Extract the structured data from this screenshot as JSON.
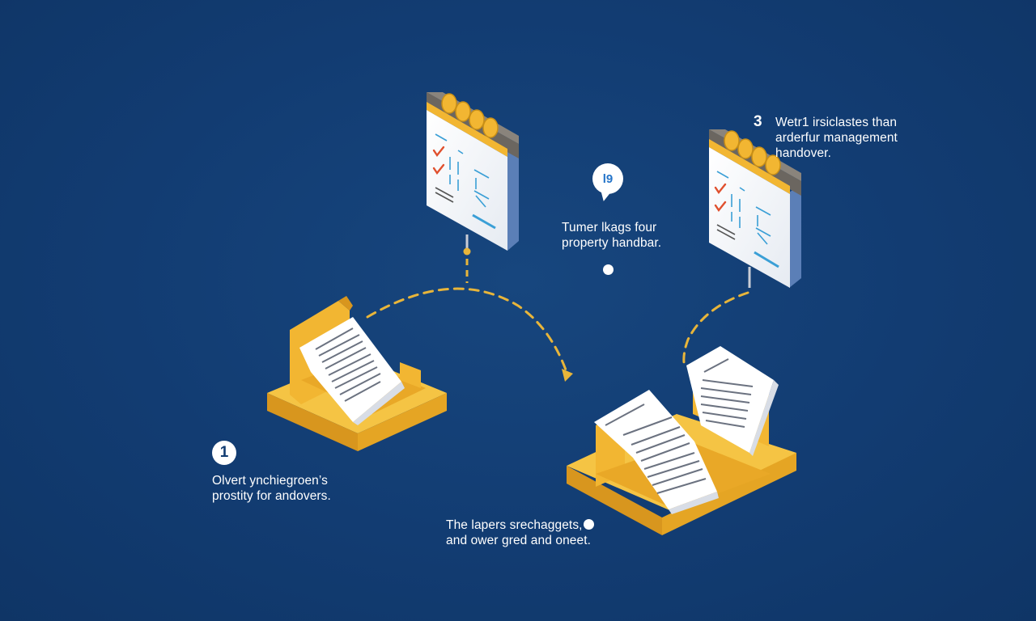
{
  "steps": {
    "step1": {
      "number": "1",
      "text_line1": "Olvert ynchiegroen’s",
      "text_line2": "prostity for andovers."
    },
    "step2": {
      "bubble_glyph": "l9",
      "text_line1": "Tumer lkags four",
      "text_line2": "property handbar."
    },
    "step3": {
      "number": "3",
      "text_line1": "Wetr1 irsiclastes than",
      "text_line2": "arderfur management",
      "text_line3": "handover."
    },
    "step4": {
      "text_line1": "The lapers srechaggets,",
      "text_line2": "and ower gred and oneet."
    }
  },
  "colors": {
    "background": "#123c72",
    "tray": "#f2b632",
    "calendar_binding": "#f2b632",
    "connector": "#e8b53a",
    "check_mark": "#e0502e",
    "calendar_ink": "#3a9fd6"
  },
  "icons": {
    "checklist_calendar": "calendar-checklist-icon",
    "document_tray": "document-tray-icon",
    "chat": "chat-bubble-icon"
  }
}
